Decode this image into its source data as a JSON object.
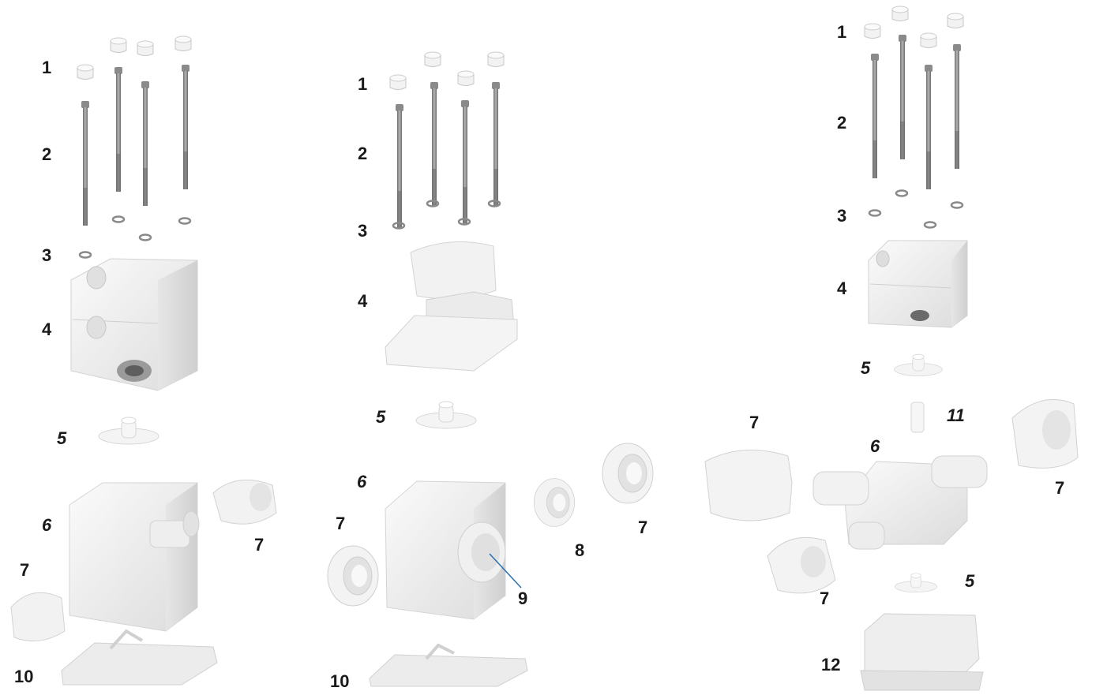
{
  "colors": {
    "text": "#1a1a1a",
    "leader": "#2a6fb0",
    "part": "#f0f0f0",
    "bolt": "#8c8c8c"
  },
  "views": [
    {
      "name": "left-assembly",
      "labels": [
        "1",
        "2",
        "3",
        "4",
        "5",
        "6",
        "7",
        "7",
        "10"
      ]
    },
    {
      "name": "middle-assembly",
      "labels": [
        "1",
        "2",
        "3",
        "4",
        "5",
        "6",
        "7",
        "8",
        "7",
        "9",
        "10"
      ]
    },
    {
      "name": "right-assembly",
      "labels": [
        "1",
        "2",
        "3",
        "4",
        "5",
        "11",
        "6",
        "7",
        "7",
        "7",
        "5",
        "12"
      ]
    }
  ]
}
